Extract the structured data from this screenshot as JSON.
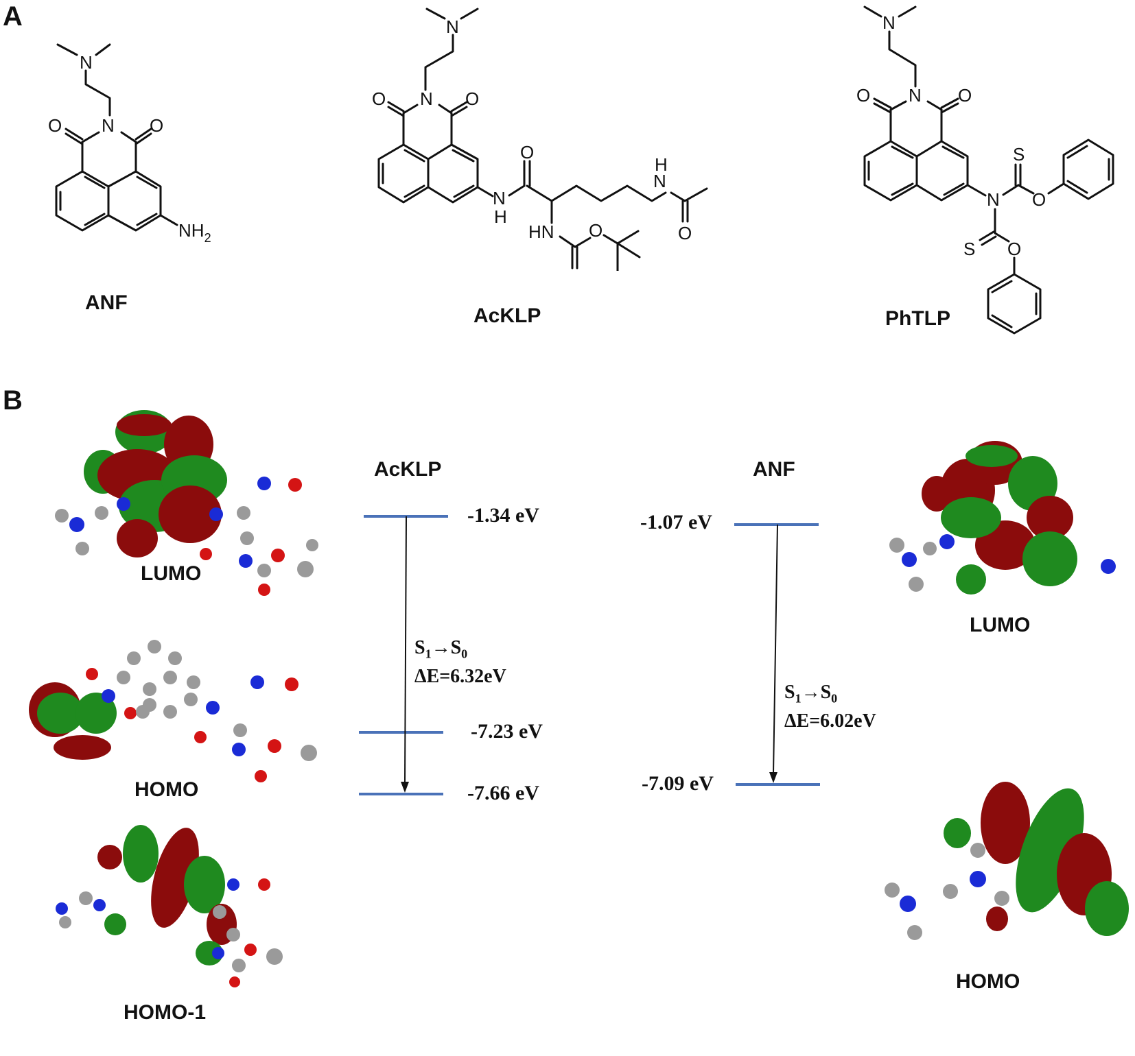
{
  "panel_a": {
    "letter": "A",
    "compounds": [
      {
        "name": "ANF",
        "substituent": "NH2"
      },
      {
        "name": "AcKLP",
        "substituent": "N-acetyl-Boc-lysine amide"
      },
      {
        "name": "PhTLP",
        "substituent": "bis(phenoxythiocarbonyl)amine"
      }
    ],
    "atoms": {
      "N": "N",
      "O": "O",
      "S": "S",
      "H": "H",
      "HN": "HN",
      "NH": "NH",
      "two": "2"
    }
  },
  "panel_b": {
    "letter": "B",
    "acklp": {
      "title": "AcKLP",
      "levels": [
        {
          "orbital": "LUMO",
          "energy_eV": -1.34,
          "label": "-1.34 eV"
        },
        {
          "orbital": "HOMO",
          "energy_eV": -7.23,
          "label": "-7.23 eV"
        },
        {
          "orbital": "HOMO-1",
          "energy_eV": -7.66,
          "label": "-7.66 eV"
        }
      ],
      "transition": {
        "from": "S1",
        "to": "S0",
        "arrow": "→",
        "s": "S",
        "sub_from": "1",
        "sub_to": "0",
        "delta_label": "ΔE=6.32eV",
        "delta_eV": 6.32
      },
      "orbital_labels": [
        "LUMO",
        "HOMO",
        "HOMO-1"
      ]
    },
    "anf": {
      "title": "ANF",
      "levels": [
        {
          "orbital": "LUMO",
          "energy_eV": -1.07,
          "label": "-1.07 eV"
        },
        {
          "orbital": "HOMO",
          "energy_eV": -7.09,
          "label": "-7.09 eV"
        }
      ],
      "transition": {
        "from": "S1",
        "to": "S0",
        "arrow": "→",
        "s": "S",
        "sub_from": "1",
        "sub_to": "0",
        "delta_label": "ΔE=6.02eV",
        "delta_eV": 6.02
      },
      "orbital_labels": [
        "LUMO",
        "HOMO"
      ]
    },
    "colors": {
      "level_line": "#4a72b8",
      "arrow": "#111111",
      "lobe_positive": "#1f8a1f",
      "lobe_negative": "#8b0c0c",
      "atom_carbon": "#9a9a9a",
      "atom_hydrogen": "#e6e6e6",
      "atom_nitrogen": "#1a2bd6",
      "atom_oxygen": "#d41414"
    }
  }
}
